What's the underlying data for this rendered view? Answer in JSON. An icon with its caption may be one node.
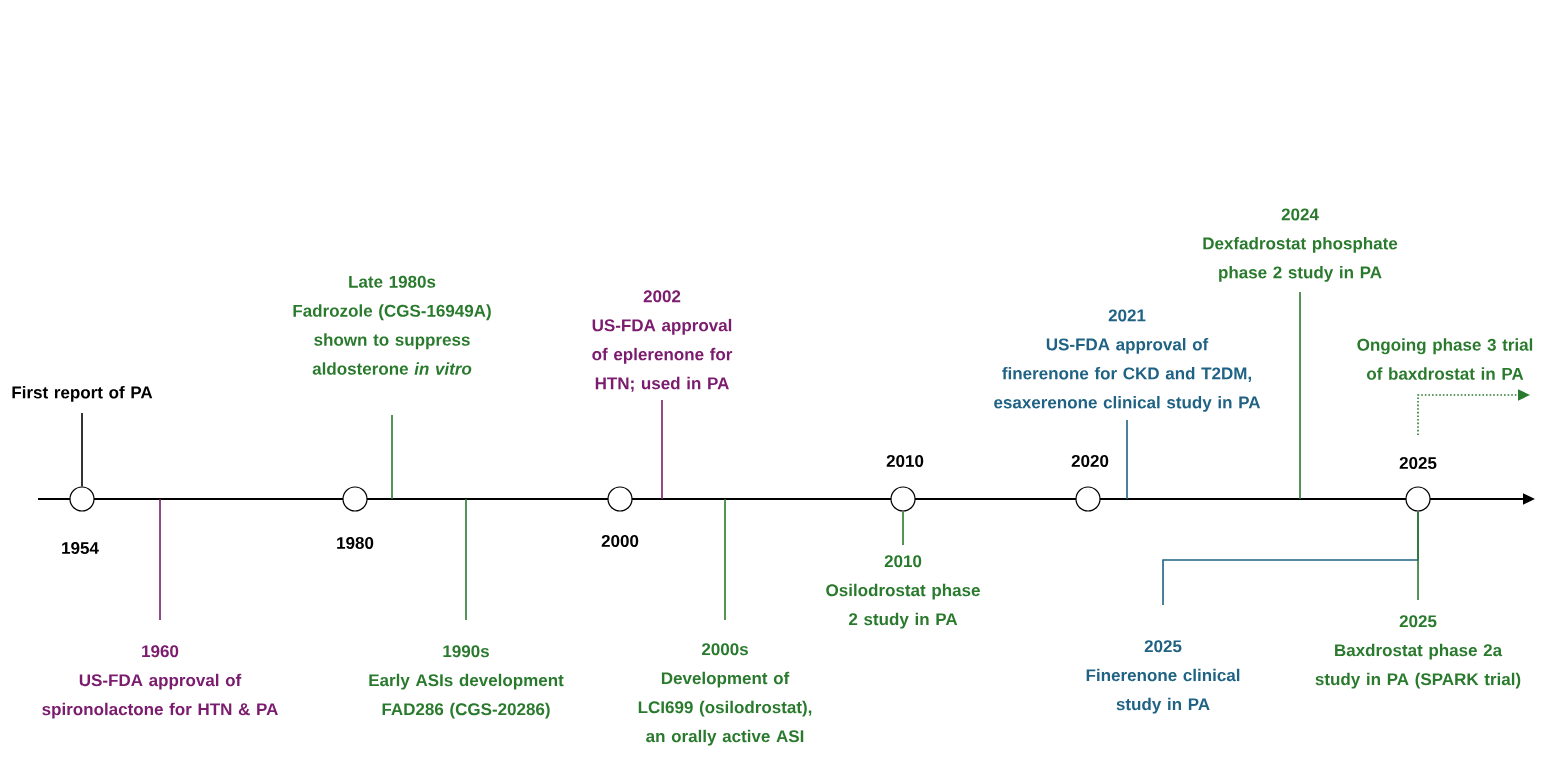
{
  "diagram": {
    "nodes": [
      {
        "text": [],
        "shape": "circle",
        "beside": [
          "1954"
        ]
      },
      {
        "text": [],
        "shape": "circle",
        "beside": [
          "1980"
        ]
      },
      {
        "text": [],
        "shape": "circle",
        "beside": [
          "2000"
        ]
      },
      {
        "text": [],
        "shape": "circle",
        "beside": [
          "2010"
        ]
      },
      {
        "text": [],
        "shape": "circle",
        "beside": [
          "2020"
        ]
      },
      {
        "text": [],
        "shape": "circle",
        "beside": [
          "2025"
        ]
      },
      {
        "text": [
          "First report of PA"
        ]
      },
      {
        "text": [
          "1960",
          "US-FDA approval of spironolactone for HTN & PA"
        ]
      },
      {
        "text": [
          "Late 1980s",
          "Fadrozole (CGS-16949A) shown to suppress aldosterone *in vitro*"
        ]
      },
      {
        "text": [
          "1990s",
          "Early ASIs development FAD286 (CGS-20286)"
        ]
      },
      {
        "text": [
          "2002",
          "US-FDA approval of eplerenone for HTN; used in PA"
        ]
      },
      {
        "text": [
          "2000s",
          "Development of LCI699 (osilodrostat), an orally active ASI"
        ]
      },
      {
        "text": [
          "2010",
          "Osilodrostat phase 2 study in PA"
        ]
      },
      {
        "text": [
          "2021",
          "US-FDA approval of finerenone for CKD and T2DM, esaxerenone clinical study in PA"
        ]
      },
      {
        "text": [
          "2024",
          "Dexfadrostat phosphate phase 2 study in PA"
        ]
      },
      {
        "text": [
          "2025",
          "Finerenone clinical study in PA"
        ]
      },
      {
        "text": [
          "2025",
          "Baxdrostat phase 2a study in PA (SPARK trial)"
        ]
      }
    ],
    "edges": [
      {
        "from": 6,
        "to": 0,
        "arrow": "none",
        "color": "#000000"
      },
      {
        "from": 7,
        "to": null,
        "arrow": "none",
        "color": "#7b1c6e"
      },
      {
        "from": 8,
        "to": null,
        "arrow": "none"
      },
      {
        "from": 9,
        "to": null,
        "arrow": "none"
      },
      {
        "from": 10,
        "to": null,
        "arrow": "none",
        "color": "#7b1c6e"
      },
      {
        "from": 11,
        "to": null,
        "arrow": "none"
      },
      {
        "from": 12,
        "to": 3,
        "arrow": "none"
      },
      {
        "from": 13,
        "to": null,
        "arrow": "none",
        "color": "#1f6283"
      },
      {
        "from": 14,
        "to": null,
        "arrow": "none"
      },
      {
        "from": 15,
        "to": 5,
        "arrow": "none",
        "color": "#1f6283"
      },
      {
        "from": 16,
        "to": 5,
        "arrow": "none"
      }
    ],
    "labels": [
      "Ongoing phase 3 trial of baxdrostat in PA"
    ]
  }
}
